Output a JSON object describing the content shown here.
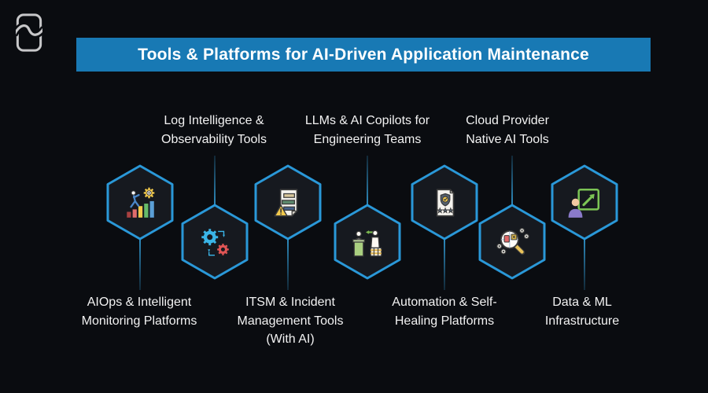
{
  "header": {
    "title": "Tools & Platforms for AI-Driven Application Maintenance"
  },
  "brand": {
    "logo_icon": "bracket-n-swoosh-logo-icon"
  },
  "colors": {
    "background": "#0a0c10",
    "banner": "#1879b4",
    "hex_fill": "#16191f",
    "hex_border": "#2a98d8",
    "connector": "#2e8cbf",
    "label_text": "#f2f2f2",
    "title_text": "#ffffff"
  },
  "nodes": [
    {
      "icon": "growth-analytics-climb-icon",
      "label_position": "below",
      "row": "top",
      "lines": [
        "AIOps & Intelligent",
        "Monitoring Platforms"
      ]
    },
    {
      "icon": "gears-sync-icon",
      "label_position": "above",
      "row": "bottom",
      "lines": [
        "Log Intelligence &",
        "Observability Tools"
      ]
    },
    {
      "icon": "log-report-warning-icon",
      "label_position": "below",
      "row": "top",
      "lines": [
        "ITSM & Incident",
        "Management Tools",
        "(With AI)"
      ]
    },
    {
      "icon": "team-handoff-icon",
      "label_position": "above",
      "row": "bottom",
      "lines": [
        "LLMs & AI Copilots for",
        "Engineering Teams"
      ]
    },
    {
      "icon": "certified-document-icon",
      "label_position": "below",
      "row": "top",
      "lines": [
        "Automation & Self-",
        "Healing Platforms"
      ]
    },
    {
      "icon": "diagnostics-magnifier-icon",
      "label_position": "above",
      "row": "bottom",
      "lines": [
        "Cloud Provider",
        "Native AI Tools"
      ]
    },
    {
      "icon": "person-growth-board-icon",
      "label_position": "below",
      "row": "top",
      "lines": [
        "Data & ML",
        "Infrastructure"
      ]
    }
  ]
}
